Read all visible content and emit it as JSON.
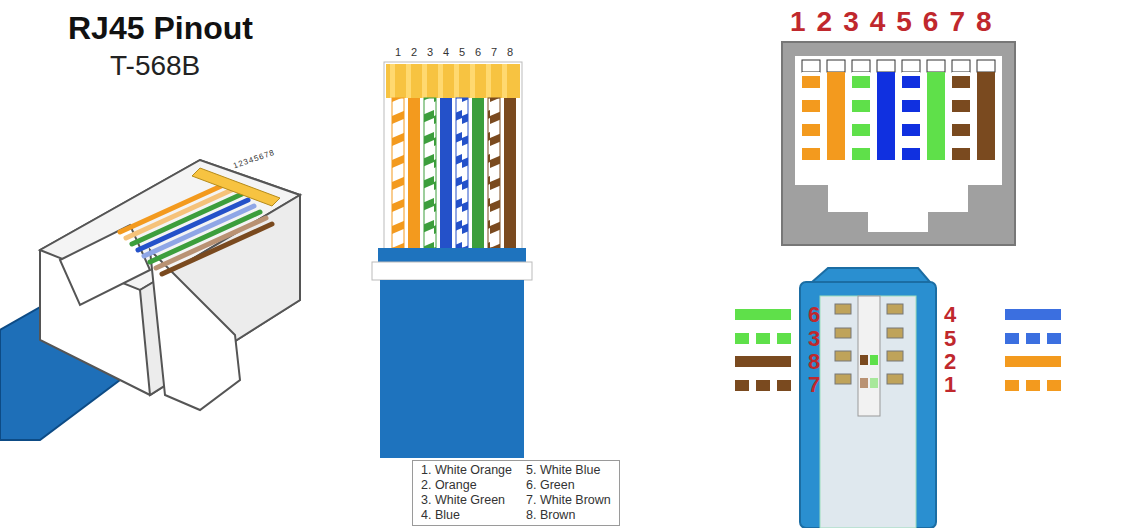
{
  "diagram": {
    "title": "RJ45 Pinout",
    "nodes": [
      {
        "text": [
          "1. White Orange",
          "2. Orange",
          "3. White Green",
          "4. Blue",
          "5. White Blue",
          "6. Green",
          "7. White Brown",
          "8. Brown"
        ]
      }
    ],
    "labels": [
      "T-568B",
      "1",
      "2",
      "3",
      "4",
      "5",
      "6",
      "7",
      "8",
      "12345678",
      "12345678",
      "6",
      "3",
      "8",
      "7",
      "4",
      "5",
      "2",
      "1"
    ]
  }
}
